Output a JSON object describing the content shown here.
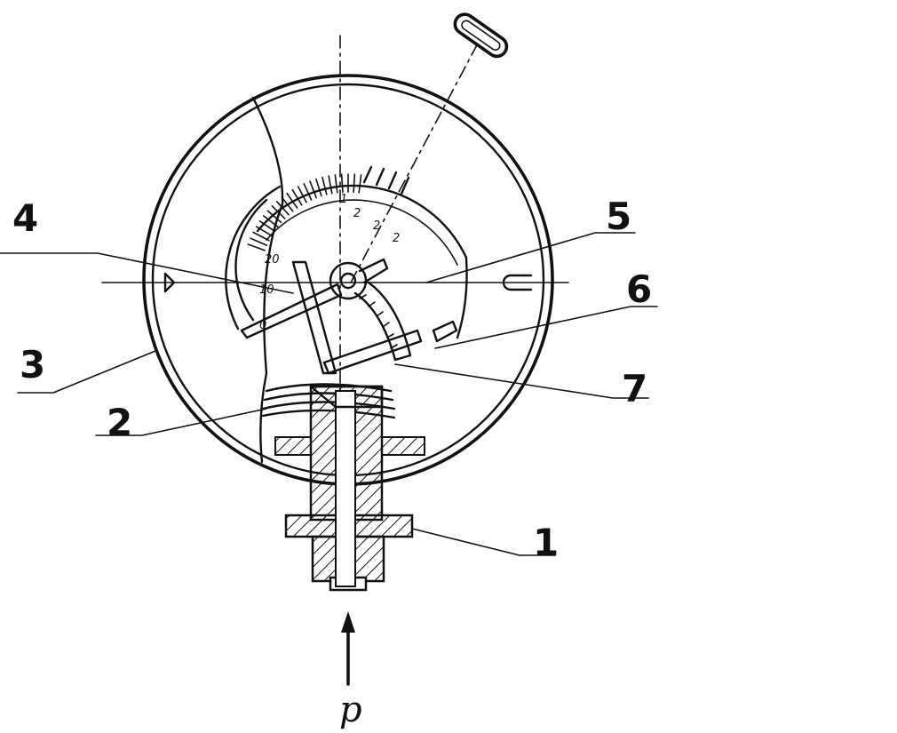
{
  "callouts": [
    {
      "id": "1",
      "label": "1"
    },
    {
      "id": "2",
      "label": "2"
    },
    {
      "id": "3",
      "label": "3"
    },
    {
      "id": "4",
      "label": "4"
    },
    {
      "id": "5",
      "label": "5"
    },
    {
      "id": "6",
      "label": "6"
    },
    {
      "id": "7",
      "label": "7"
    }
  ],
  "dial": {
    "scale_left": [
      "20",
      "10",
      "0"
    ],
    "scale_top": [
      "1",
      "2",
      "2",
      "2"
    ]
  },
  "pressure_symbol": "p"
}
